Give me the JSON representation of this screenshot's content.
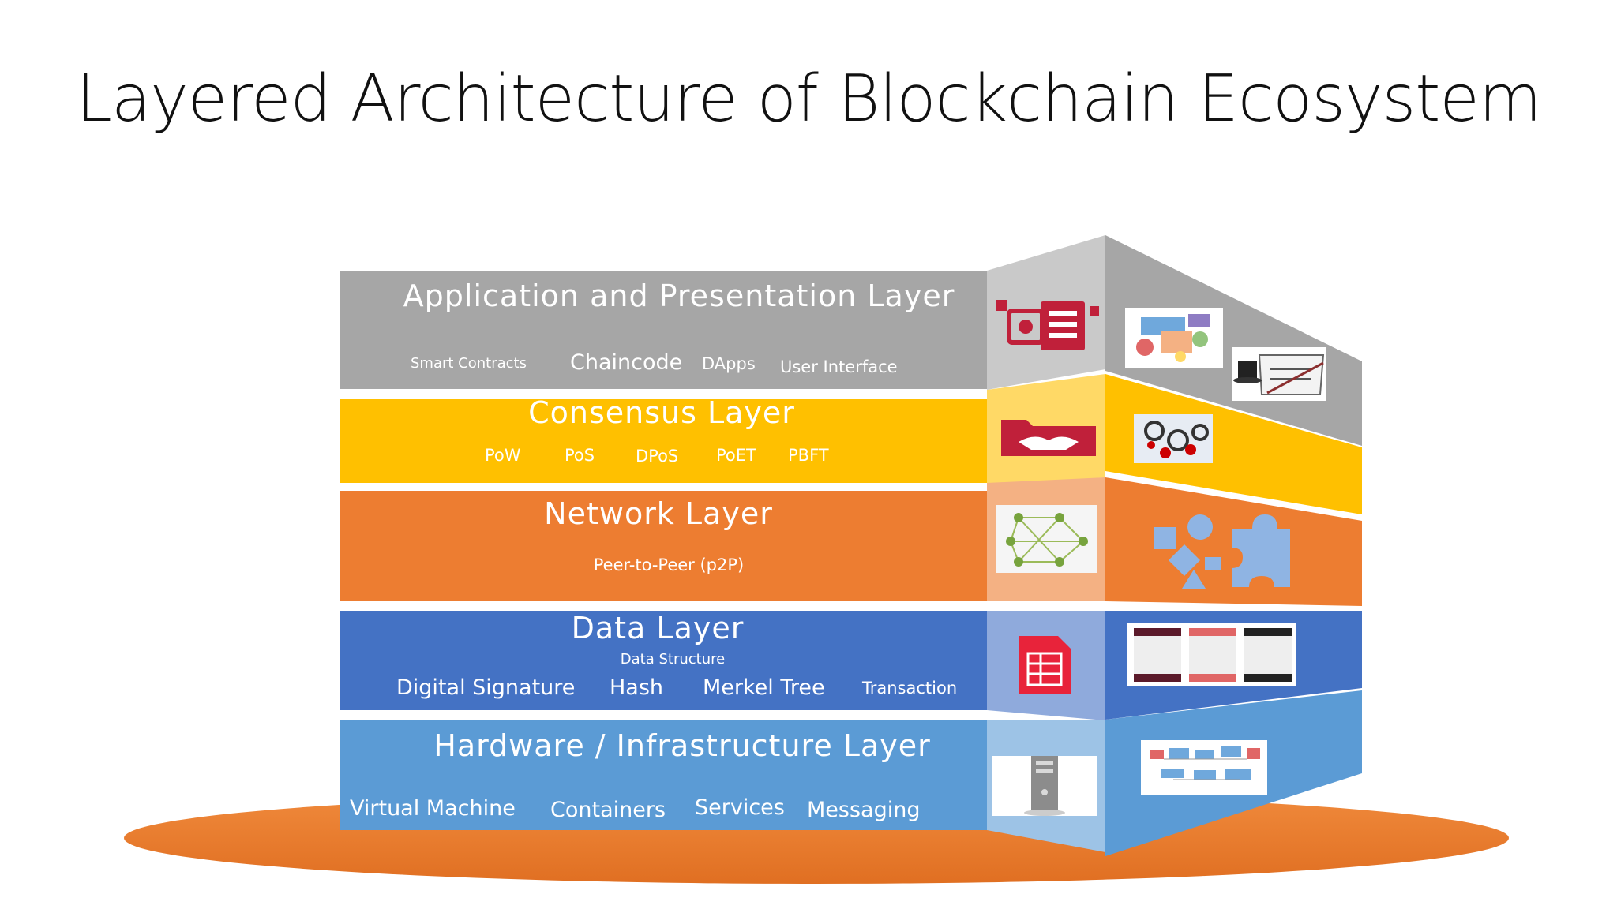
{
  "title": "Layered Architecture of Blockchain Ecosystem",
  "colors": {
    "application": "#a6a6a6",
    "consensus": "#ffc000",
    "network": "#ed7d31",
    "data": "#4472c4",
    "hardware": "#5b9bd5",
    "base": "#ed7d31"
  },
  "layers": [
    {
      "name": "Application and Presentation Layer",
      "items": [
        "Smart Contracts",
        "Chaincode",
        "DApps",
        "User Interface"
      ]
    },
    {
      "name": "Consensus Layer",
      "items": [
        "PoW",
        "PoS",
        "DPoS",
        "PoET",
        "PBFT"
      ]
    },
    {
      "name": "Network Layer",
      "items": [
        "Peer-to-Peer  (p2P)"
      ]
    },
    {
      "name": "Data Layer",
      "subtitle": "Data Structure",
      "items": [
        "Digital Signature",
        "Hash",
        "Merkel Tree",
        "Transaction"
      ]
    },
    {
      "name": "Hardware / Infrastructure Layer",
      "items": [
        "Virtual Machine",
        "Containers",
        "Services",
        "Messaging"
      ]
    }
  ],
  "icons": [
    "server-gear-icon",
    "app-collage-icon",
    "coffee-document-icon",
    "handshake-folder-icon",
    "gears-coins-icon",
    "network-topology-icon",
    "puzzle-shapes-icon",
    "spreadsheet-icon",
    "block-chain-diagram-icon",
    "server-tower-icon",
    "infrastructure-diagram-icon"
  ]
}
